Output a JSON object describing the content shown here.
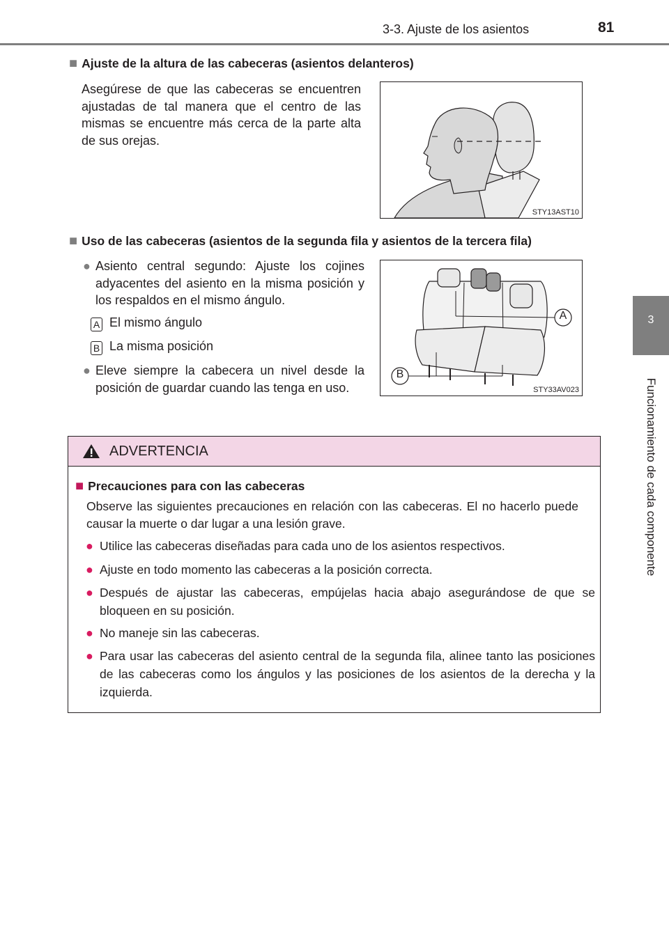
{
  "header": {
    "section_title": "3-3. Ajuste de los asientos",
    "page_number": "81"
  },
  "side_tab": {
    "number": "3",
    "label": "Funcionamiento de cada componente"
  },
  "section1": {
    "heading": "Ajuste de la altura de las cabeceras (asientos delanteros)",
    "body": "Asegúrese de que las cabeceras se encuentren ajustadas de tal manera que el centro de las mismas se encuentre más cerca de la parte alta de sus orejas.",
    "figure_code": "STY13AST10"
  },
  "section2": {
    "heading": "Uso de las cabeceras (asientos de la segunda fila y asientos de la tercera fila)",
    "bullet1": "Asiento central segundo: Ajuste los cojines adyacentes del asiento en la misma posición y los respaldos en el mismo ángulo.",
    "letter_a": "A",
    "label_a": "El mismo ángulo",
    "letter_b": "B",
    "label_b": "La misma posición",
    "bullet2": "Eleve siempre la cabecera un nivel desde la posición de guardar cuando las tenga en uso.",
    "figure_code": "STY33AV023",
    "callout_a": "A",
    "callout_b": "B"
  },
  "warning": {
    "title": "ADVERTENCIA",
    "heading": "Precauciones para con las cabeceras",
    "intro": "Observe las siguientes precauciones en relación con las cabeceras. El no hacerlo puede causar la muerte o dar lugar a una lesión grave.",
    "bullets": [
      "Utilice las cabeceras diseñadas para cada uno de los asientos respectivos.",
      "Ajuste en todo momento las cabeceras a la posición correcta.",
      "Después de ajustar las cabeceras, empújelas hacia abajo asegurándose de que se bloqueen en su posición.",
      "No maneje sin las cabeceras.",
      "Para usar las cabeceras del asiento central de la segunda fila, alinee tanto las posiciones de las cabeceras como los ángulos y las posiciones de los asientos de la derecha y la izquierda."
    ]
  },
  "colors": {
    "accent_gray": "#7f7f7f",
    "warning_header": "#f3d6e6",
    "warning_bullet": "#d81b60"
  }
}
